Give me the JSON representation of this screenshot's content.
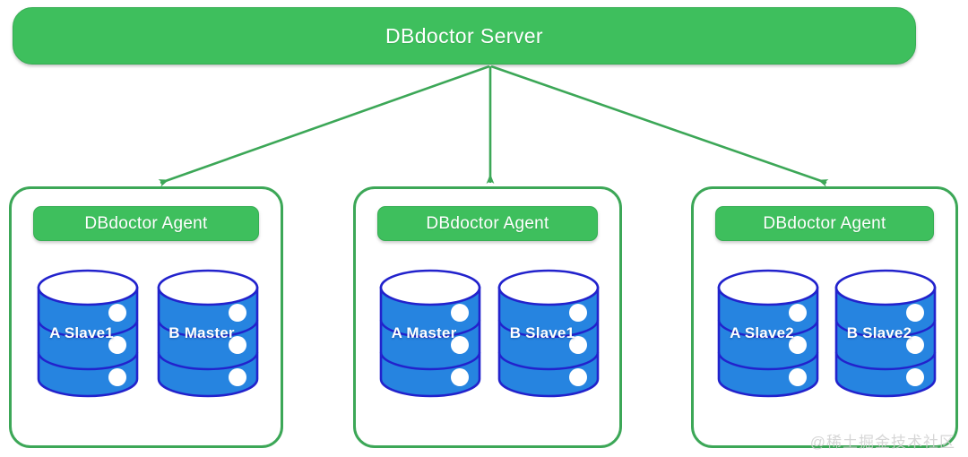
{
  "diagram": {
    "title": "DBdoctor Server",
    "accent_green": "#3ebf5d",
    "border_green": "#3ca757",
    "db_blue": "#2684e0",
    "db_outline": "#2222cc",
    "label_color": "#ffffff"
  },
  "server": {
    "label": "DBdoctor Server"
  },
  "arrows": [
    {
      "name": "arrow-to-agent-1",
      "direction": "down-left"
    },
    {
      "name": "arrow-to-agent-2",
      "direction": "down"
    },
    {
      "name": "arrow-to-agent-3",
      "direction": "down-right"
    }
  ],
  "agents": [
    {
      "header": "DBdoctor Agent",
      "databases": [
        {
          "label": "A Slave1"
        },
        {
          "label": "B Master"
        }
      ]
    },
    {
      "header": "DBdoctor Agent",
      "databases": [
        {
          "label": "A Master"
        },
        {
          "label": "B Slave1"
        }
      ]
    },
    {
      "header": "DBdoctor Agent",
      "databases": [
        {
          "label": "A Slave2"
        },
        {
          "label": "B Slave2"
        }
      ]
    }
  ],
  "watermark": {
    "text": "@稀土掘金技术社区"
  }
}
